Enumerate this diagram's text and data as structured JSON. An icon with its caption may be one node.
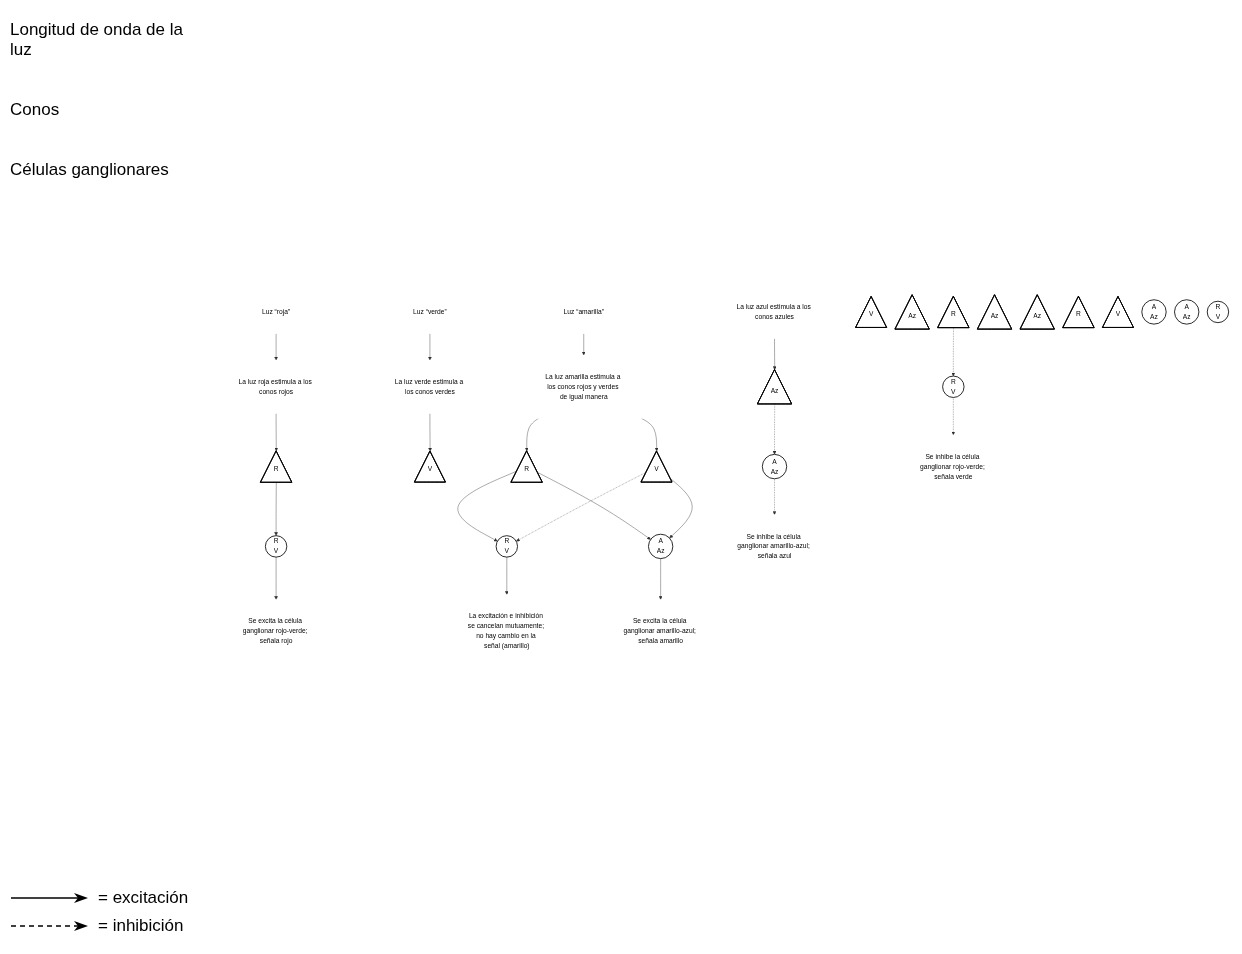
{
  "diagram": {
    "nodes": [
      {
        "text": [
          "Luz “roja”"
        ]
      },
      {
        "text": [
          "Luz “verde”"
        ]
      },
      {
        "text": [
          "Luz “amarilla”"
        ]
      },
      {
        "text": [
          "La luz roja estimula a los conos rojos"
        ]
      },
      {
        "text": [
          "La luz verde estimula a los conos verdes"
        ]
      },
      {
        "text": [
          "La luz amarilla estimula a los conos rojos y verdes de igual manera"
        ]
      },
      {
        "text": [
          "La luz azul estimula a los conos azules"
        ]
      },
      {
        "text": [
          "R"
        ]
      },
      {
        "text": [
          "V"
        ]
      },
      {
        "text": [
          "Az"
        ]
      },
      {
        "text": [
          "R"
        ]
      },
      {
        "text": [
          "V"
        ]
      },
      {
        "text": [
          "Az"
        ]
      },
      {
        "text": [
          "R"
        ]
      },
      {
        "text": [
          "V"
        ]
      },
      {
        "text": [
          "Az"
        ]
      },
      {
        "text": [
          "R"
        ]
      },
      {
        "text": [
          "V"
        ]
      },
      {
        "text": [
          "Az"
        ]
      },
      {
        "text": [
          "R",
          "V"
        ]
      },
      {
        "text": [
          "A",
          "Az"
        ]
      },
      {
        "text": [
          "R",
          "V"
        ]
      },
      {
        "text": [
          "A",
          "Az"
        ]
      },
      {
        "text": [
          "R",
          "V"
        ]
      },
      {
        "text": [
          "A",
          "Az"
        ]
      },
      {
        "text": [
          "R",
          "V"
        ]
      },
      {
        "text": [
          "A",
          "Az"
        ]
      },
      {
        "text": [
          "Se excita la célula ganglionar rojo-verde; señala rojo"
        ]
      },
      {
        "text": [
          "Se inhibe la célula ganglionar rojo-verde; señala verde"
        ]
      },
      {
        "text": [
          "Se excita la célula ganglionar amarillo-azul; señala amarillo"
        ]
      },
      {
        "text": [
          "Se inhibe la célula ganglionar amarillo-azul; señala azul"
        ]
      },
      {
        "text": [
          "La excitación e inhibición se cancelan mutuamente; no hay cambio en la señal (amarillo)"
        ]
      }
    ],
    "edges": [
      {
        "from": 0,
        "to": 3,
        "arrow": "to"
      },
      {
        "from": 1,
        "to": 4,
        "arrow": "to"
      },
      {
        "from": 2,
        "to": 5,
        "arrow": "to"
      },
      {
        "from": 3,
        "to": 7,
        "arrow": "to"
      },
      {
        "from": 4,
        "to": 11,
        "arrow": "to"
      },
      {
        "from": 5,
        "to": 13,
        "arrow": "to"
      },
      {
        "from": 5,
        "to": 14,
        "arrow": "to"
      },
      {
        "from": 6,
        "to": 18,
        "arrow": "to"
      },
      {
        "from": 7,
        "to": 19,
        "arrow": "to"
      },
      {
        "from": 10,
        "to": 21,
        "arrow": "to",
        "style": "dashed"
      },
      {
        "from": 13,
        "to": 23,
        "arrow": "to"
      },
      {
        "from": 13,
        "to": 24,
        "arrow": "to"
      },
      {
        "from": 14,
        "to": 23,
        "arrow": "to",
        "style": "dashed"
      },
      {
        "from": 14,
        "to": 24,
        "arrow": "to"
      },
      {
        "from": 18,
        "to": 26,
        "arrow": "to",
        "style": "dashed"
      },
      {
        "from": 19,
        "to": 27,
        "arrow": "to"
      },
      {
        "from": 21,
        "to": 28,
        "arrow": "to",
        "style": "dashed"
      },
      {
        "from": 23,
        "to": 31,
        "arrow": "to"
      },
      {
        "from": 24,
        "to": 29,
        "arrow": "to"
      },
      {
        "from": 26,
        "to": 30,
        "arrow": "to",
        "style": "dashed"
      }
    ],
    "labels": [
      "Longitud de onda de la luz",
      "Conos",
      "Células ganglionares"
    ],
    "legend": [
      {
        "text": "= excitación"
      },
      {
        "text": "= inhibición"
      }
    ]
  }
}
